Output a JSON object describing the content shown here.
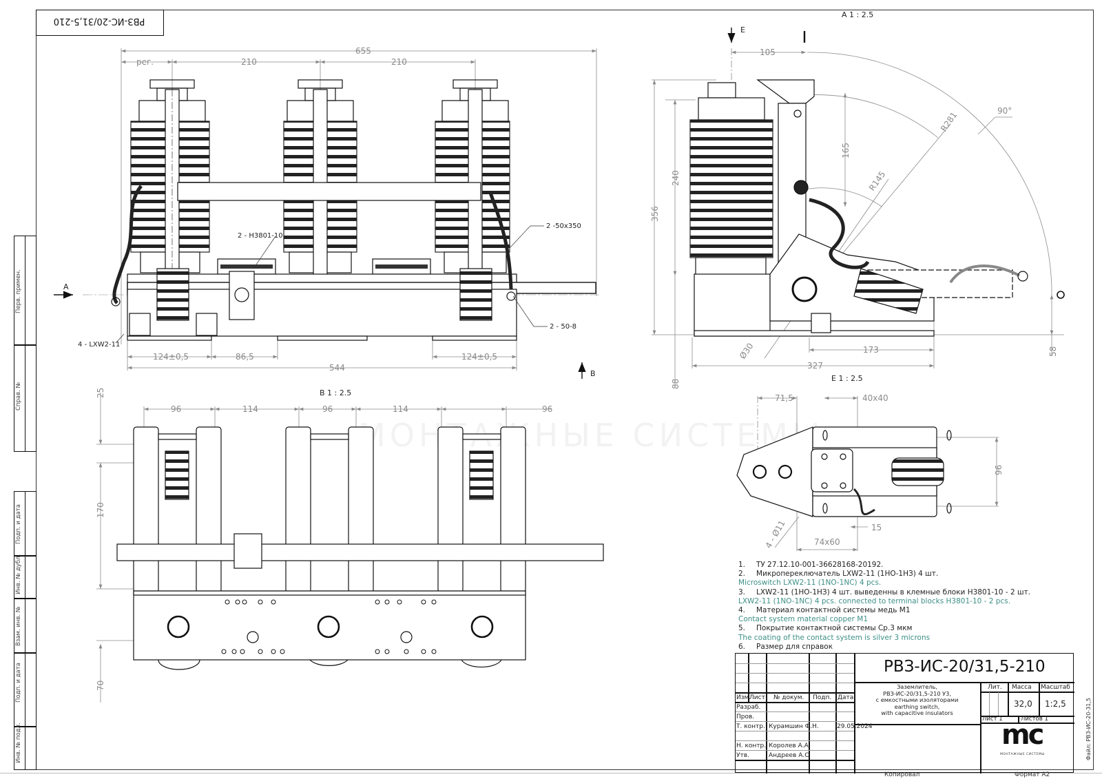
{
  "drawing": {
    "designation": "РВЗ-ИС-20/31,5-210",
    "designation_mirrored": "РВЗ-ИС-20/31,5-210",
    "file_label": "Файл: РВЗ-ИС-20-31,5",
    "copied_label": "Копировал",
    "format_label": "Формат А2",
    "watermark_text": "МОНТАЖНЫЕ СИСТЕМЫ",
    "line_color": "#111111",
    "dim_color": "#8a8a8a",
    "note_en_color": "#3d8f86"
  },
  "side_columns": [
    {
      "label": "Перв. примен."
    },
    {
      "label": "Справ. №"
    },
    {
      "label": "Подп. и дата"
    },
    {
      "label": "Инв. № дубл."
    },
    {
      "label": "Взам. инв. №"
    },
    {
      "label": "Подп. и дата"
    },
    {
      "label": "Инв. № подл."
    }
  ],
  "front_view": {
    "dims": {
      "overall": "655",
      "reg": "рег.",
      "pitch1": "210",
      "pitch2": "210",
      "base_left": "124±0,5",
      "gap": "86,5",
      "base_right": "124±0,5",
      "base_total": "544"
    },
    "callouts": {
      "terminal_blocks": "2 - H3801-10",
      "braid": "2 -50x350",
      "lug": "2 - 50-8",
      "microswitch": "4 - LXW2-11"
    },
    "arrow_a": "A",
    "arrow_b": "B"
  },
  "side_view": {
    "title": "A 1 : 2.5",
    "arrow_e": "E",
    "dims": {
      "d105": "105",
      "d240": "240",
      "d356": "356",
      "d165": "165",
      "r281": "R281",
      "r145": "R145",
      "angle": "90°",
      "d30": "Ø30",
      "d173": "173",
      "d327": "327",
      "d58": "58",
      "d88": "88"
    }
  },
  "view_e": {
    "title": "E 1 : 2.5",
    "dims": {
      "d71_5": "71,5",
      "sq40": "40x40",
      "d96": "96",
      "d15": "15",
      "rect74": "74x60",
      "holes": "4 - Ø11"
    }
  },
  "view_b": {
    "title": "B 1 : 2.5",
    "dims": {
      "a96": "96",
      "a114": "114",
      "b96": "96",
      "b114": "114",
      "c96": "96",
      "d25": "25",
      "d170": "170",
      "d70": "70"
    }
  },
  "notes": [
    {
      "num": "1.",
      "ru": "ТУ 27.12.10-001-36628168-20192.",
      "en": ""
    },
    {
      "num": "2.",
      "ru": "Микропереключатель LXW2-11 (1НО-1НЗ)  4 шт.",
      "en": "Microswitch LXW2-11 (1NO-1NC) 4 pcs."
    },
    {
      "num": "3.",
      "ru": "LXW2-11 (1НО-1НЗ)  4 шт. выведенны в клемные блоки H3801-10 - 2 шт.",
      "en": "LXW2-11 (1NO-1NC) 4 pcs. connected to terminal blocks H3801-10 - 2 pcs."
    },
    {
      "num": "4.",
      "ru": "Материал контактной системы медь М1",
      "en": "Contact system material copper M1"
    },
    {
      "num": "5.",
      "ru": "Покрытие контактной системы Ср.3 мкм",
      "en": "The coating of the contact system is silver 3 microns"
    },
    {
      "num": "6.",
      "ru": "Размер для справок",
      "en": ""
    }
  ],
  "title_block": {
    "headers": {
      "izm": "Изм.",
      "list": "Лист",
      "doc": "№ докум.",
      "sign": "Подп.",
      "date": "Дата"
    },
    "rows": [
      {
        "role": "Разраб.",
        "name": "",
        "date": ""
      },
      {
        "role": "Пров.",
        "name": "",
        "date": ""
      },
      {
        "role": "Т. контр.",
        "name": "Курамшин Ф.Н.",
        "date": "29.05.2024"
      },
      {
        "role": "",
        "name": "",
        "date": ""
      },
      {
        "role": "Н. контр.",
        "name": "Королев А.А.",
        "date": ""
      },
      {
        "role": "Утв.",
        "name": "Андреев А.С",
        "date": ""
      }
    ],
    "description": [
      "Заземлитель,",
      "РВЗ-ИС-20/31,5-210 У3,",
      "с емкостными изоляторами",
      "earthing switch,",
      "with capacitive insulators"
    ],
    "lit_label": "Лит.",
    "mass_label": "Масса",
    "scale_label": "Масштаб",
    "mass_value": "32,0",
    "scale_value": "1:2,5",
    "sheet_label": "Лист 1",
    "sheets_label": "Листов 1",
    "logo_text": "mc",
    "logo_subtitle": "МОНТАЖНЫЕ СИСТЕМЫ"
  }
}
